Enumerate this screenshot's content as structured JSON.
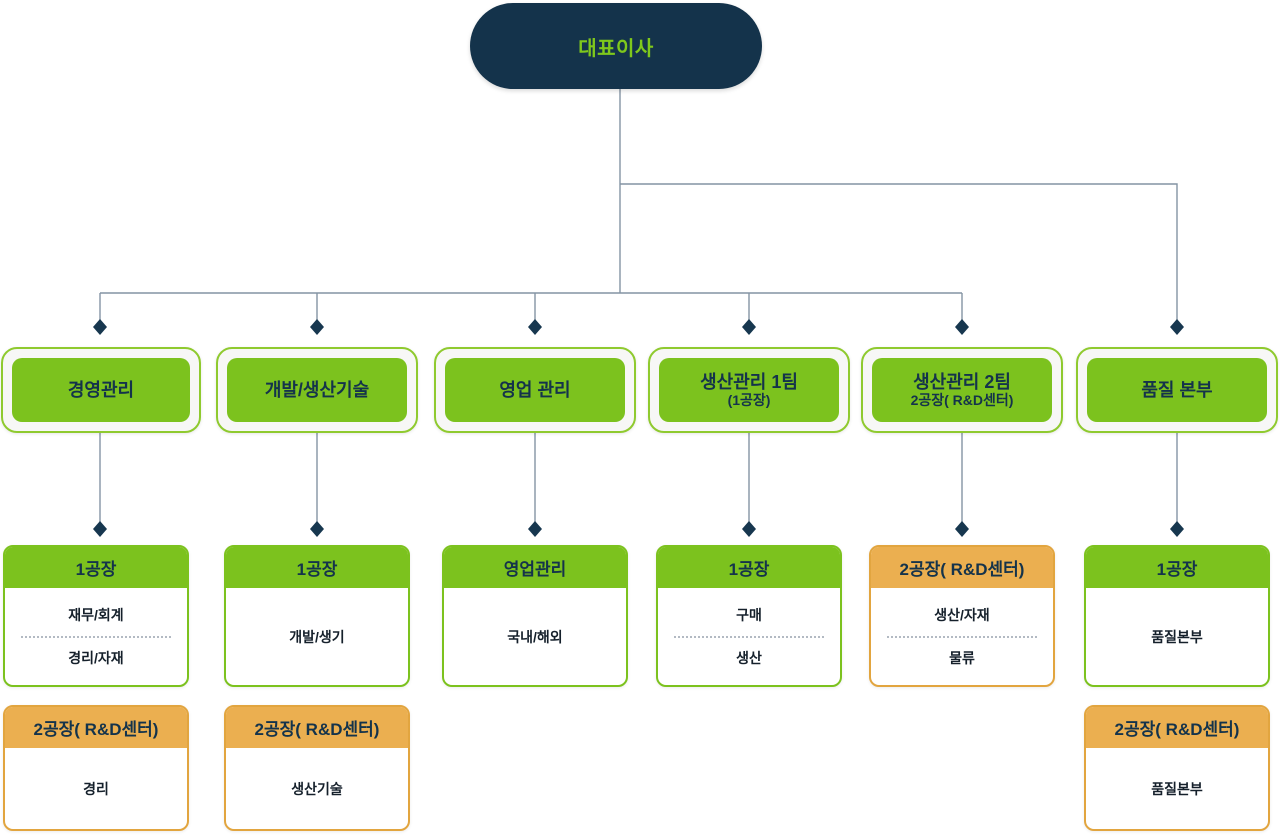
{
  "root": {
    "label": "대표이사"
  },
  "columns": [
    {
      "dept": {
        "line1": "경영관리",
        "line2": ""
      },
      "level2": {
        "variant": "green",
        "header": "1공장",
        "items": [
          "재무/회계",
          "경리/자재"
        ]
      },
      "level3": {
        "variant": "orange",
        "header": "2공장( R&D센터)",
        "items": [
          "경리"
        ]
      }
    },
    {
      "dept": {
        "line1": "개발/생산기술",
        "line2": ""
      },
      "level2": {
        "variant": "green",
        "header": "1공장",
        "items": [
          "개발/생기"
        ]
      },
      "level3": {
        "variant": "orange",
        "header": "2공장( R&D센터)",
        "items": [
          "생산기술"
        ]
      }
    },
    {
      "dept": {
        "line1": "영업 관리",
        "line2": ""
      },
      "level2": {
        "variant": "green",
        "header": "영업관리",
        "items": [
          "국내/해외"
        ]
      }
    },
    {
      "dept": {
        "line1": "생산관리 1팀",
        "line2": "(1공장)"
      },
      "level2": {
        "variant": "green",
        "header": "1공장",
        "items": [
          "구매",
          "생산"
        ]
      }
    },
    {
      "dept": {
        "line1": "생산관리 2팀",
        "line2": "2공장( R&D센터)"
      },
      "level2": {
        "variant": "orange",
        "header": "2공장( R&D센터)",
        "items": [
          "생산/자재",
          "물류"
        ]
      }
    },
    {
      "dept": {
        "line1": "품질 본부",
        "line2": ""
      },
      "level2": {
        "variant": "green",
        "header": "1공장",
        "items": [
          "품질본부"
        ]
      },
      "level3": {
        "variant": "orange",
        "header": "2공장( R&D센터)",
        "items": [
          "품질본부"
        ]
      }
    }
  ],
  "colors": {
    "navy": "#14334B",
    "green": "#7CC21E",
    "green_border": "#8FCA2F",
    "orange": "#EBAF50",
    "orange_border": "#E2A53F",
    "connector_line": "#8494A4",
    "diamond": "#17374F",
    "l1_background": "#F7F7F6"
  }
}
